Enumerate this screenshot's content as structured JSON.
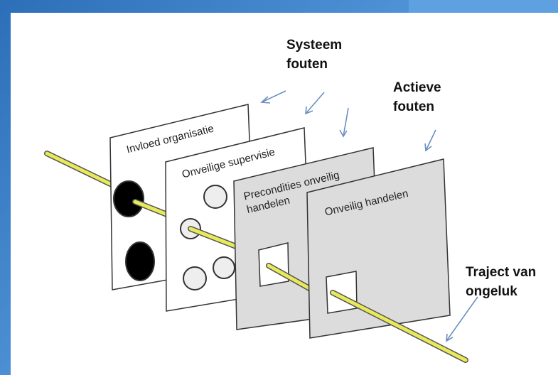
{
  "labels": {
    "system_errors": [
      "Systeem",
      "fouten"
    ],
    "active_errors": [
      "Actieve",
      "fouten"
    ],
    "accident_trajectory": [
      "Traject van",
      "ongeluk"
    ]
  },
  "panels": [
    {
      "label": [
        "Invloed organisatie"
      ]
    },
    {
      "label": [
        "Onveilige supervisie"
      ]
    },
    {
      "label": [
        "Precondities onveilig",
        "handelen"
      ]
    },
    {
      "label": [
        "Onveilig handelen"
      ]
    }
  ],
  "colors": {
    "background_frame": "#3f7fc4",
    "panel_white": "#ffffff",
    "panel_grey": "#dcdcdc",
    "hole_filled": "#000000",
    "hole_open": "#eeeeee",
    "trajectory": "#e8ea5a",
    "arrow": "#6c8fbf"
  }
}
